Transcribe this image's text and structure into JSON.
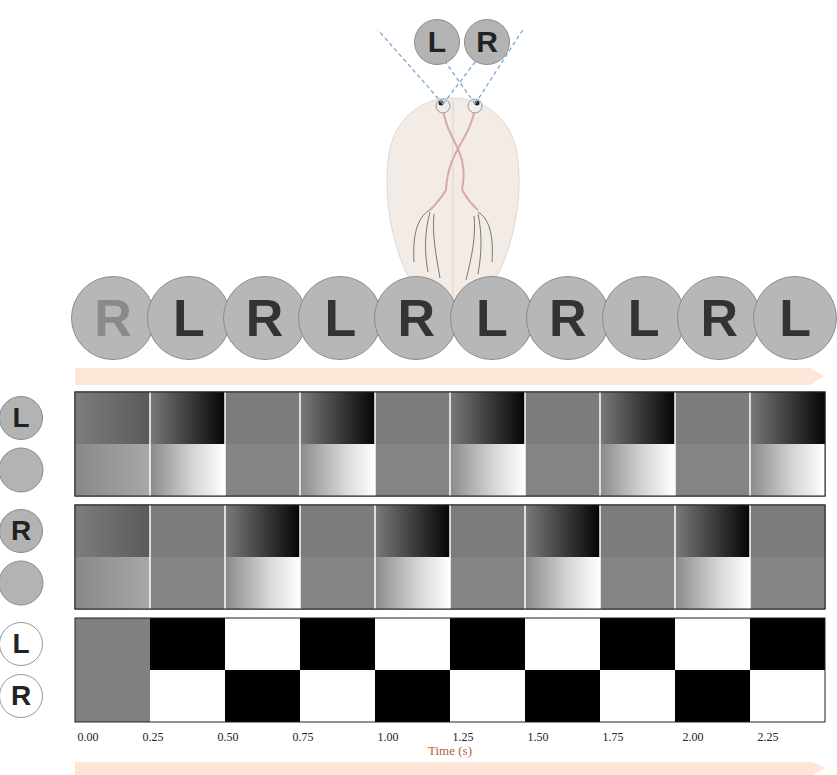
{
  "diagram": {
    "nodes": [
      {
        "text": [
          "L"
        ]
      },
      {
        "text": [
          "R"
        ]
      },
      {
        "text": [
          "R"
        ]
      },
      {
        "text": [
          "L"
        ]
      },
      {
        "text": [
          "R"
        ]
      },
      {
        "text": [
          "L"
        ]
      },
      {
        "text": [
          "R"
        ]
      },
      {
        "text": [
          "L"
        ]
      },
      {
        "text": [
          "R"
        ]
      },
      {
        "text": [
          "L"
        ]
      },
      {
        "text": [
          "R"
        ]
      },
      {
        "text": [
          "L"
        ]
      },
      {
        "text": [
          "L"
        ]
      },
      {
        "text": [
          "R"
        ]
      },
      {
        "text": [
          "L"
        ]
      },
      {
        "text": [
          "R"
        ]
      }
    ],
    "edges": [],
    "labels": [
      "0.00",
      "0.25",
      "0.50",
      "0.75",
      "1.00",
      "1.25",
      "1.50",
      "1.75",
      "2.00",
      "2.25",
      "Time (s)"
    ]
  }
}
